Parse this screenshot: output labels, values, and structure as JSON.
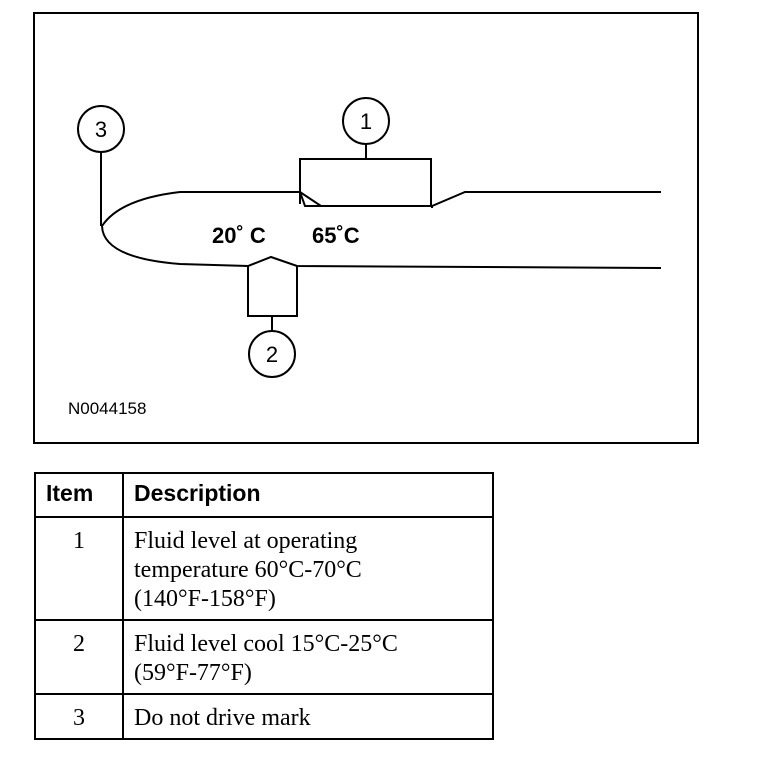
{
  "diagram": {
    "id_code": "N0044158",
    "callouts": [
      "1",
      "2",
      "3"
    ],
    "temp_cool_label": "20˚ C",
    "temp_hot_label": "65˚C"
  },
  "legend": {
    "headers": {
      "item": "Item",
      "description": "Description"
    },
    "rows": [
      {
        "item": "1",
        "lines": [
          "Fluid level at operating",
          "temperature 60°C-70°C",
          "(140°F-158°F)"
        ]
      },
      {
        "item": "2",
        "lines": [
          "Fluid level cool 15°C-25°C",
          "(59°F-77°F)"
        ]
      },
      {
        "item": "3",
        "lines": [
          "Do not drive mark"
        ]
      }
    ]
  }
}
